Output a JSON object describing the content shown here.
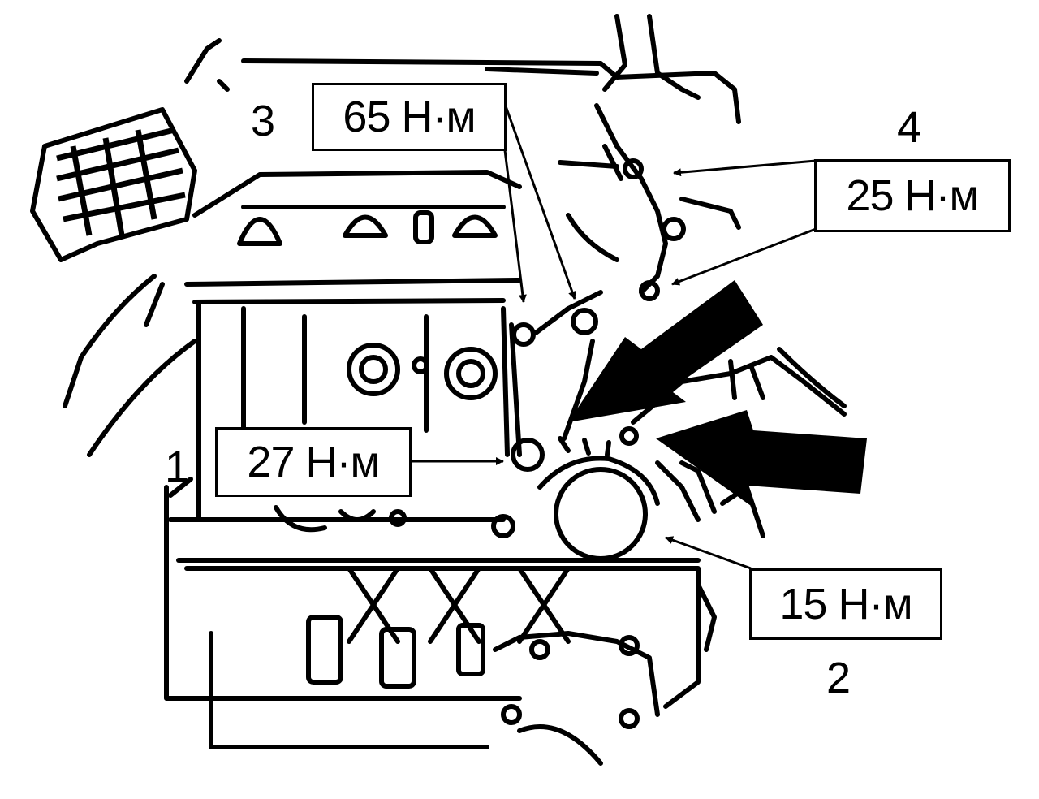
{
  "diagram": {
    "torque_labels": {
      "t65": "65 Н·м",
      "t25": "25 Н·м",
      "t27": "27 Н·м",
      "t15": "15 Н·м"
    },
    "item_numbers": {
      "n1": "1",
      "n2": "2",
      "n3": "3",
      "n4": "4"
    },
    "colors": {
      "line": "#000000",
      "background": "#ffffff"
    }
  }
}
